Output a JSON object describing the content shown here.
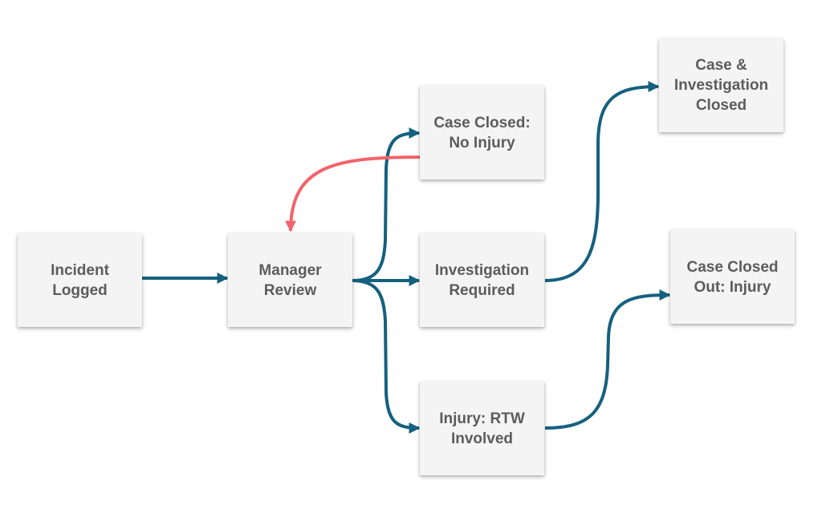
{
  "diagram": {
    "type": "flowchart",
    "colors": {
      "node_fill": "#f4f4f4",
      "node_text": "#5c5c5c",
      "flow_arrow": "#15607f",
      "return_arrow": "#f2636b"
    },
    "nodes": [
      {
        "id": "incident_logged",
        "label": "Incident\nLogged"
      },
      {
        "id": "manager_review",
        "label": "Manager\nReview"
      },
      {
        "id": "case_closed_no_injury",
        "label": "Case Closed:\nNo Injury"
      },
      {
        "id": "investigation_required",
        "label": "Investigation\nRequired"
      },
      {
        "id": "injury_rtw_involved",
        "label": "Injury: RTW\nInvolved"
      },
      {
        "id": "case_investigation_closed",
        "label": "Case &\nInvestigation\nClosed"
      },
      {
        "id": "case_closed_out_injury",
        "label": "Case Closed\nOut: Injury"
      }
    ],
    "edges": [
      {
        "from": "incident_logged",
        "to": "manager_review",
        "color": "flow_arrow"
      },
      {
        "from": "manager_review",
        "to": "case_closed_no_injury",
        "color": "flow_arrow"
      },
      {
        "from": "manager_review",
        "to": "investigation_required",
        "color": "flow_arrow"
      },
      {
        "from": "manager_review",
        "to": "injury_rtw_involved",
        "color": "flow_arrow"
      },
      {
        "from": "case_closed_no_injury",
        "to": "manager_review",
        "color": "return_arrow"
      },
      {
        "from": "investigation_required",
        "to": "case_investigation_closed",
        "color": "flow_arrow"
      },
      {
        "from": "injury_rtw_involved",
        "to": "case_closed_out_injury",
        "color": "flow_arrow"
      }
    ]
  }
}
